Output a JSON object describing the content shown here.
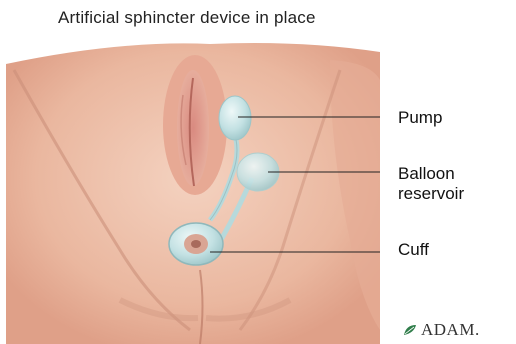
{
  "title": "Artificial sphincter device in place",
  "labels": {
    "pump": "Pump",
    "balloon_line1": "Balloon",
    "balloon_line2": "reservoir",
    "cuff": "Cuff"
  },
  "logo": {
    "text": "ADAM."
  },
  "colors": {
    "skin_light": "#f0c9b6",
    "skin_mid": "#e4ab95",
    "skin_shadow": "#c98a74",
    "device": "#bfe0e2",
    "device_outline": "#8fb8bb"
  }
}
